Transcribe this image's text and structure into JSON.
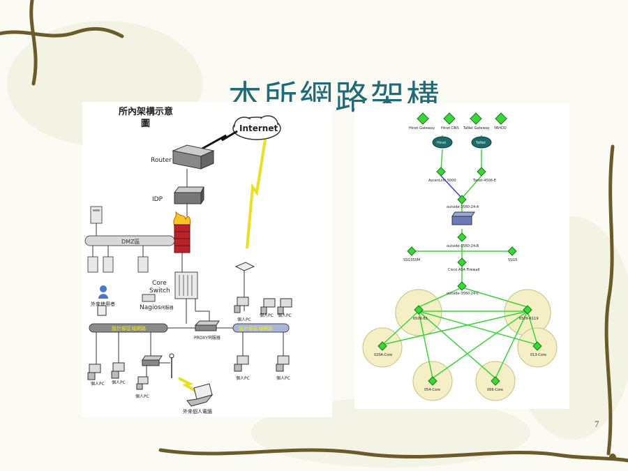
{
  "slide": {
    "title": "本所網路架構",
    "page_number": "7",
    "accent_color": "#1f6b7a"
  },
  "left_diagram": {
    "caption_line1": "所內架構示意",
    "caption_line2": "圖",
    "internet": "Internet",
    "router": "Router",
    "idp": "IDP",
    "dmz": "DMZ區",
    "core_switch_1": "Core",
    "core_switch_2": "Switch",
    "visitor": "外來使用者",
    "nagios": "Nagios",
    "nagios_suffix": "伺服器",
    "segment_left": "設計部區域網路",
    "segment_right": "設計部區域網路",
    "proxy": "PROXY伺服器",
    "pc": "個人PC",
    "laptop": "外來個人電腦"
  },
  "right_diagram": {
    "top_nodes": [
      "Hinet Gateway",
      "Hinet DNS",
      "TaNet Gateway",
      "YAHOO"
    ],
    "cloud_hinet": "Hinet",
    "cloud_tanet": "TaNet",
    "ascend": "AscenLink 5000",
    "tanet_router": "Tanet-4506-E",
    "outside_a": "outside-3560-24-A",
    "outside_b": "outside-3560-24-B",
    "firewall": "Cisco ASA Firewall",
    "ssg": "SSG350M",
    "ssg5": "SSG5",
    "outside_c": "outside-3560-24-C",
    "core_b1": "6509-B1",
    "core_r119": "6509-R119",
    "core_020a": "020A-Core",
    "core_013": "013-Core",
    "core_054": "054-Core",
    "core_066": "066-Core"
  }
}
